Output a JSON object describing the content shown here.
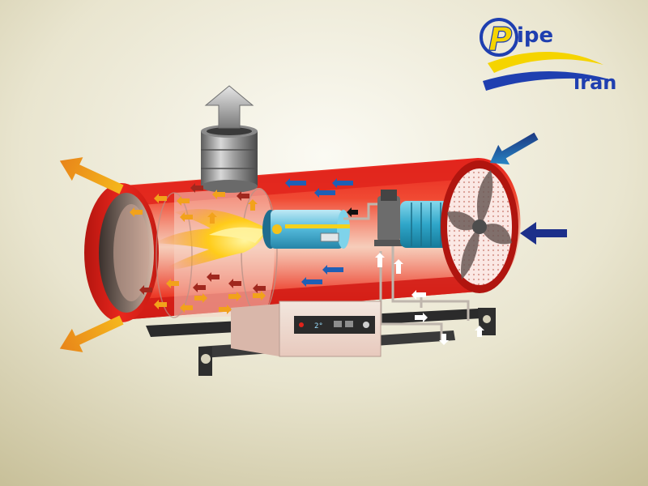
{
  "logo": {
    "word_top": "ipe",
    "word_bottom": "iran",
    "initial": "P",
    "colors": {
      "blue": "#1f3fb0",
      "yellow": "#f5d400"
    }
  },
  "control_panel": {
    "display_text": "2°"
  },
  "colors": {
    "background_light": "#f7f6ee",
    "background_dark": "#c9c29f",
    "casing_red": "#e3201b",
    "casing_dark": "#a5120e",
    "hot_arrow": "#f2a21b",
    "dark_red_arrow": "#a0281e",
    "cold_arrow": "#1f5fb5",
    "fan_body": "#41b7d6",
    "intake_arrow": "#1c2f8a"
  },
  "icons": [
    "exhaust-up-arrow-icon",
    "intake-arrow-icon",
    "hot-air-outlet-arrow-icon",
    "fan-icon",
    "flame-icon"
  ]
}
